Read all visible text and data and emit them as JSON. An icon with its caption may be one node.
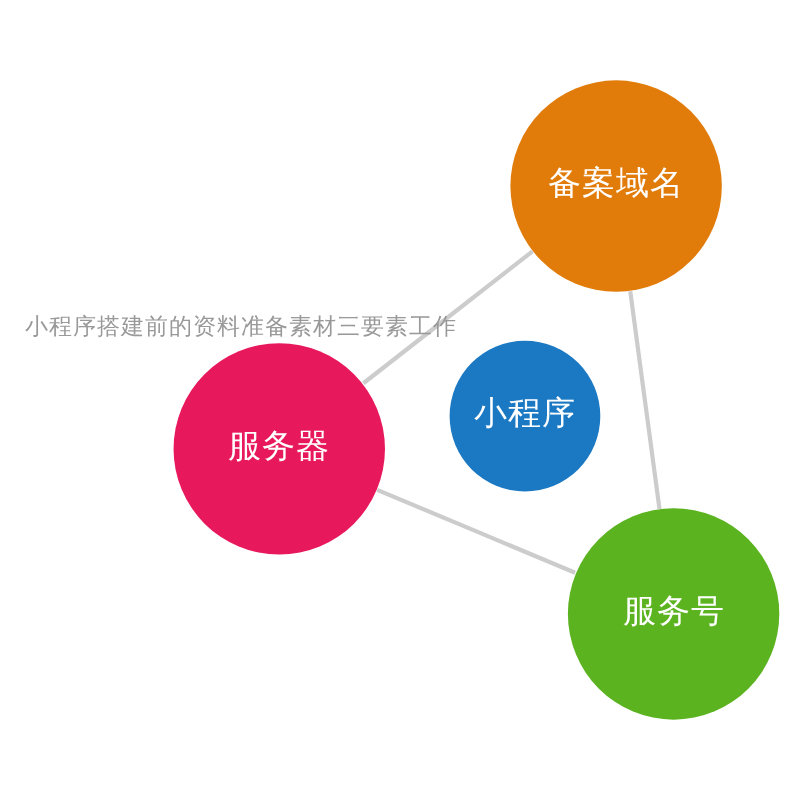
{
  "diagram": {
    "nodes": [
      {
        "text": [
          "服务器"
        ]
      },
      {
        "text": [
          "小程序"
        ],
        "beside": [
          "小程序搭建前的资料准备素材三要素工作"
        ]
      },
      {
        "text": [
          "服务号"
        ]
      },
      {
        "text": [
          "备案域名"
        ]
      }
    ],
    "edges": [
      {
        "from": 0,
        "to": 3,
        "arrow": "none"
      },
      {
        "from": 3,
        "to": 2,
        "arrow": "none"
      },
      {
        "from": 2,
        "to": 0,
        "arrow": "none"
      }
    ]
  }
}
